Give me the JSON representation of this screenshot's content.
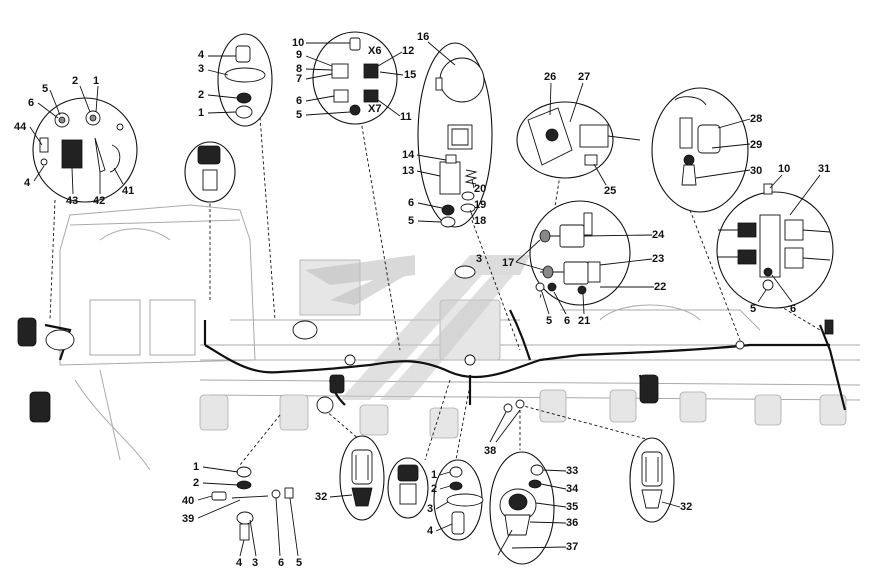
{
  "diagram": {
    "callouts": {
      "tl_44": "44",
      "tl_5": "5",
      "tl_6": "6",
      "tl_2": "2",
      "tl_1": "1",
      "tl_4": "4",
      "tl_43": "43",
      "tl_42": "42",
      "tl_41": "41",
      "b2_4": "4",
      "b2_3": "3",
      "b2_2": "2",
      "b2_1": "1",
      "b3_10": "10",
      "b3_x6": "X6",
      "b3_9": "9",
      "b3_8": "8",
      "b3_7": "7",
      "b3_12": "12",
      "b3_15": "15",
      "b3_6": "6",
      "b3_5": "5",
      "b3_x7": "X7",
      "b3_11": "11",
      "b4_16": "16",
      "b4_14": "14",
      "b4_13": "13",
      "b4_20": "20",
      "b4_19": "19",
      "b4_18": "18",
      "b4_6": "6",
      "b4_5": "5",
      "b5_26": "26",
      "b5_27": "27",
      "b5_25": "25",
      "b6_28": "28",
      "b6_29": "29",
      "b6_30": "30",
      "b7_10": "10",
      "b7_31": "31",
      "b7_5": "5",
      "b7_6": "6",
      "b8_24": "24",
      "b8_17": "17",
      "b8_23": "23",
      "b8_22": "22",
      "b8_5": "5",
      "b8_6": "6",
      "b8_21": "21",
      "c_3": "3",
      "c_38": "38",
      "bl_1": "1",
      "bl_2": "2",
      "bl_40": "40",
      "bl_39": "39",
      "bl_4": "4",
      "bl_3": "3",
      "bl_6": "6",
      "bl_5": "5",
      "b9_32": "32",
      "b11_1": "1",
      "b11_2": "2",
      "b11_3": "3",
      "b11_4": "4",
      "b12_33": "33",
      "b12_34": "34",
      "b12_35": "35",
      "b12_36": "36",
      "b12_37": "37",
      "b13_32": "32"
    }
  }
}
